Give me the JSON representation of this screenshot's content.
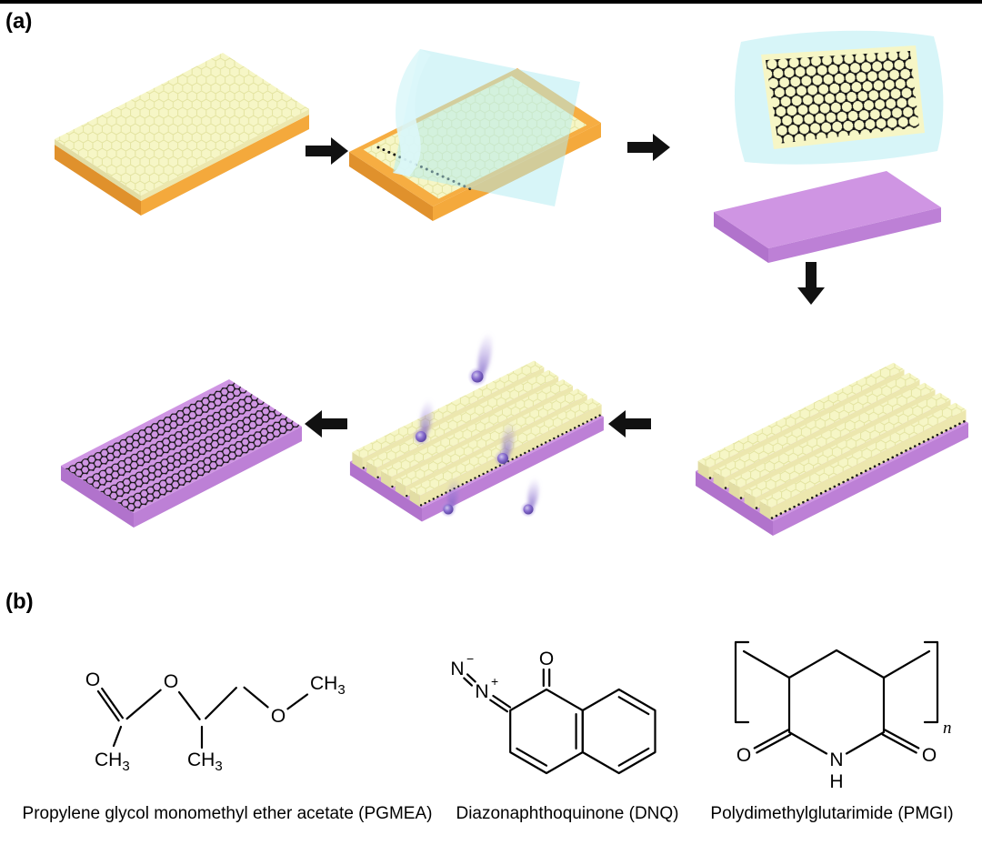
{
  "figure": {
    "label_a": "(a)",
    "label_b": "(b)"
  },
  "colors": {
    "film-yellow": "#F6F6C6",
    "substrate-orange": "#F4A93C",
    "substrate-orange-dark": "#E0912C",
    "tape-cyan": "#B2EBF1",
    "tape-cyan-light": "#DCF7F9",
    "wafer-purple": "#CF95E3",
    "graphene-black": "#1A1A1A",
    "arrow-black": "#111111",
    "drop-purple": "#6A4FB8"
  },
  "chemistry": {
    "atoms": {
      "O": "O",
      "N": "N",
      "H": "H",
      "CH": "CH",
      "sub3": "3",
      "plus": "+",
      "minus": "−",
      "n": "n"
    },
    "captions": [
      "Propylene glycol monomethyl ether acetate (PGMEA)",
      "Diazonaphthoquinone (DNQ)",
      "Polydimethylglutarimide (PMGI)"
    ]
  }
}
